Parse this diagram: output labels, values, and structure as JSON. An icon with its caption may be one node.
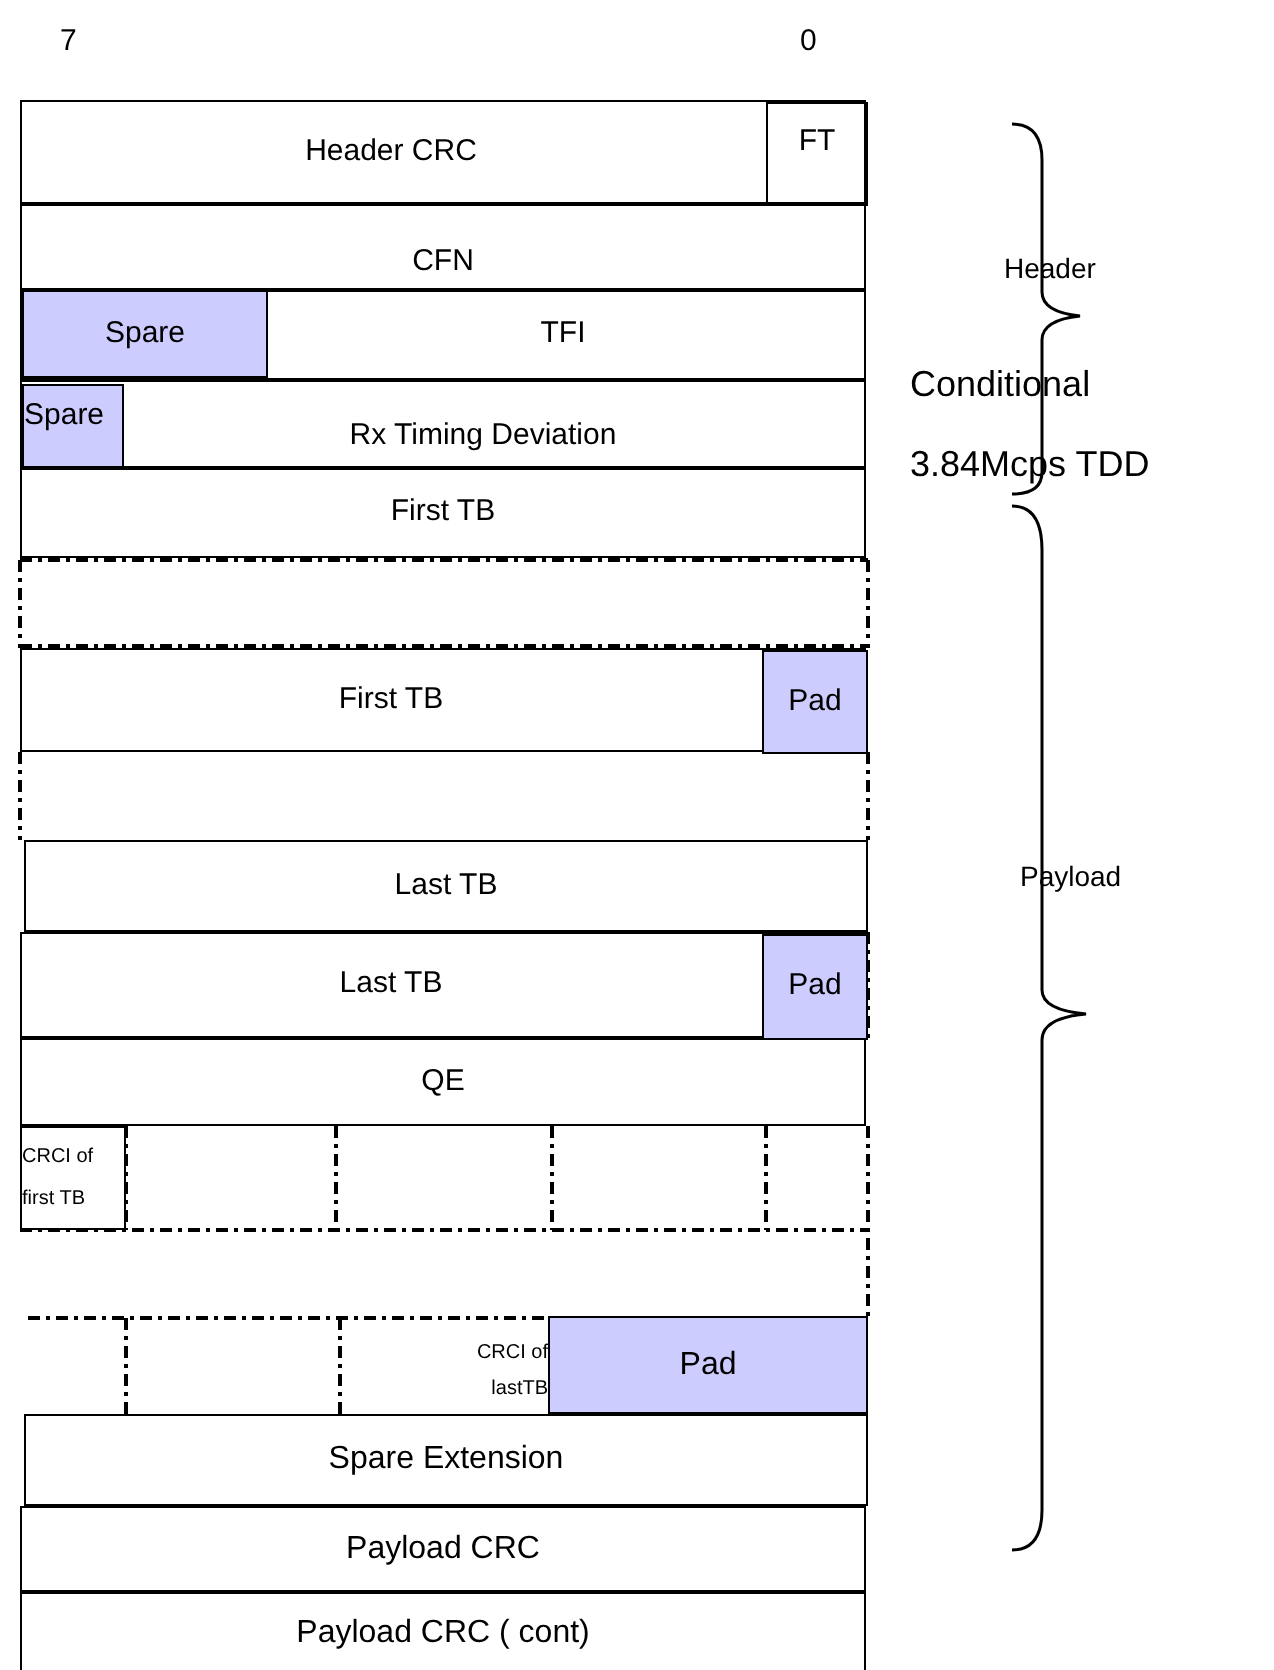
{
  "diagram": {
    "nodes": [
      {
        "text": [
          "Header CRC"
        ]
      },
      {
        "text": [
          "FT"
        ],
        "in": 0
      },
      {
        "text": [
          "CFN"
        ]
      },
      {
        "text": [
          "TFI"
        ]
      },
      {
        "text": [
          "Spare"
        ],
        "in": 3
      },
      {
        "text": [
          "Rx Timing Deviation"
        ]
      },
      {
        "text": [
          "Spare"
        ],
        "in": 5
      },
      {
        "text": [
          "First TB"
        ]
      },
      {
        "text": [
          "First TB"
        ]
      },
      {
        "text": [
          "Pad"
        ],
        "in": 8
      },
      {
        "text": [
          "Last TB"
        ]
      },
      {
        "text": [
          "Last TB"
        ]
      },
      {
        "text": [
          "Pad"
        ],
        "in": 11
      },
      {
        "text": [
          "QE"
        ]
      },
      {
        "text": [
          "CRCI of first TB"
        ]
      },
      {
        "text": [
          "CRCI of lastTB"
        ]
      },
      {
        "text": [
          "Pad"
        ]
      },
      {
        "text": [
          "Spare Extension"
        ]
      },
      {
        "text": [
          "Payload CRC"
        ]
      },
      {
        "text": [
          "Payload CRC ( cont)"
        ]
      }
    ],
    "labels": [
      "7",
      "0",
      "Header",
      "Conditional",
      "3.84Mcps TDD",
      "Payload"
    ]
  }
}
